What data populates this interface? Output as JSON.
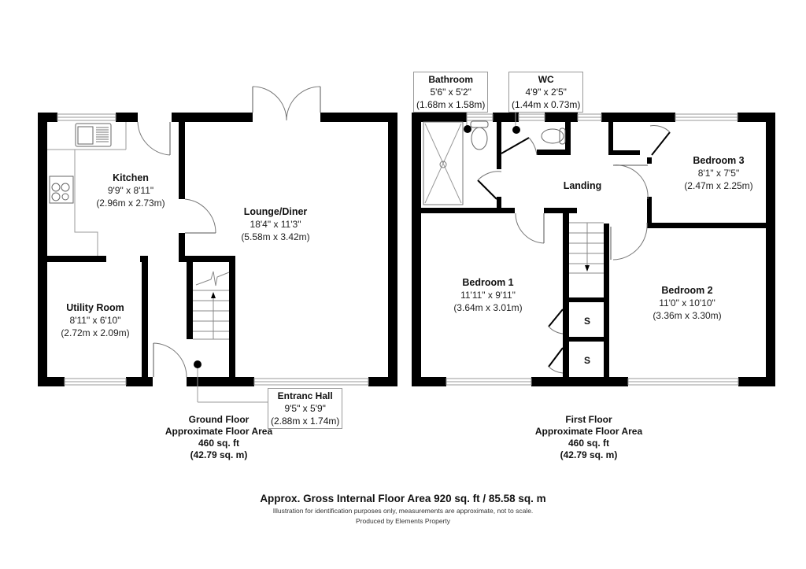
{
  "ground_floor": {
    "rooms": [
      {
        "name": "Kitchen",
        "imperial": "9'9\" x 8'11\"",
        "metric": "(2.96m x 2.73m)"
      },
      {
        "name": "Lounge/Diner",
        "imperial": "18'4\" x 11'3\"",
        "metric": "(5.58m x 3.42m)"
      },
      {
        "name": "Utility Room",
        "imperial": "8'11\" x 6'10\"",
        "metric": "(2.72m x 2.09m)"
      },
      {
        "name": "Entranc Hall",
        "imperial": "9'5\" x 5'9\"",
        "metric": "(2.88m x 1.74m)"
      }
    ],
    "summary": {
      "title": "Ground Floor",
      "subtitle": "Approximate Floor Area",
      "sqft": "460 sq. ft",
      "sqm": "(42.79 sq. m)"
    }
  },
  "first_floor": {
    "rooms": [
      {
        "name": "Bathroom",
        "imperial": "5'6\" x 5'2\"",
        "metric": "(1.68m x 1.58m)"
      },
      {
        "name": "WC",
        "imperial": "4'9\" x 2'5\"",
        "metric": "(1.44m x 0.73m)"
      },
      {
        "name": "Bedroom 3",
        "imperial": "8'1\" x 7'5\"",
        "metric": "(2.47m x 2.25m)"
      },
      {
        "name": "Landing"
      },
      {
        "name": "Bedroom 1",
        "imperial": "11'11\" x 9'11\"",
        "metric": "(3.64m x 3.01m)"
      },
      {
        "name": "Bedroom 2",
        "imperial": "11'0\" x 10'10\"",
        "metric": "(3.36m x 3.30m)"
      }
    ],
    "storage_labels": [
      "S",
      "S"
    ],
    "summary": {
      "title": "First Floor",
      "subtitle": "Approximate Floor Area",
      "sqft": "460 sq. ft",
      "sqm": "(42.79 sq. m)"
    }
  },
  "footer": {
    "gross_area": "Approx. Gross Internal Floor Area 920 sq. ft / 85.58 sq. m",
    "disclaimer": "Illustration for identification purposes only, measurements are approximate, not to scale.",
    "producer": "Produced by Elements Property"
  },
  "colors": {
    "wall": "#000000",
    "fixture_line": "#888888",
    "background": "#ffffff"
  }
}
